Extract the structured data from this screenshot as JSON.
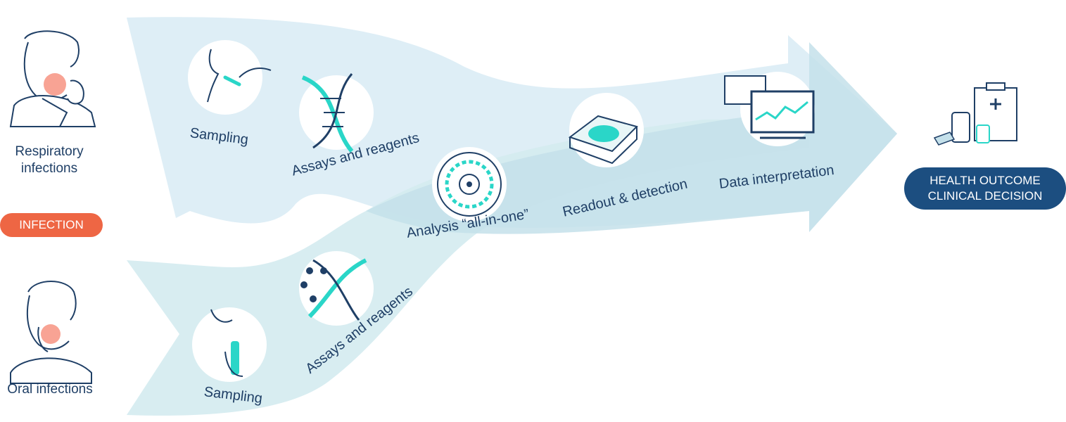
{
  "patients": {
    "respiratory_label_line1": "Respiratory",
    "respiratory_label_line2": "infections",
    "oral_label": "Oral infections"
  },
  "infection_badge": "INFECTION",
  "upper_stream": {
    "sampling": "Sampling",
    "assays": "Assays and reagents"
  },
  "lower_stream": {
    "sampling": "Sampling",
    "assays": "Assays and reagents"
  },
  "main_stream": {
    "analysis": "Analysis “all-in-one”",
    "readout": "Readout & detection",
    "interpretation": "Data interpretation"
  },
  "outcome": {
    "line1": "HEALTH OUTCOME",
    "line2": "CLINICAL DECISION"
  },
  "colors": {
    "accent": "#2ad6c8",
    "navy": "#1f3f66",
    "badge": "#ee6644",
    "outcome_bg": "#1c4e80",
    "flow_light": "#dcedf5",
    "flow_mid": "#c6e1ea"
  }
}
